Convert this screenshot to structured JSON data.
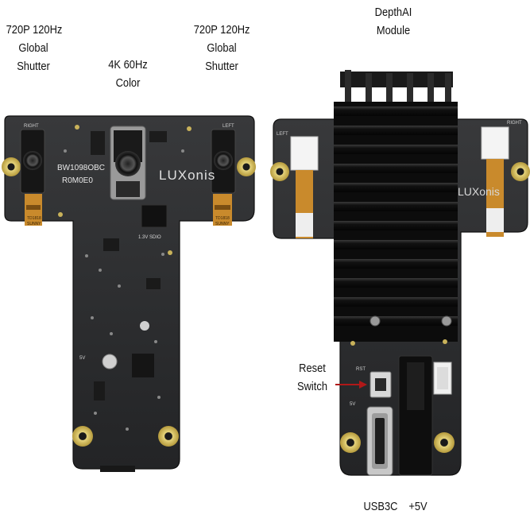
{
  "labels": {
    "left_camera": [
      "720P 120Hz",
      "Global",
      "Shutter"
    ],
    "center_camera": [
      "4K 60Hz",
      "Color"
    ],
    "right_camera": [
      "720P 120Hz",
      "Global",
      "Shutter"
    ],
    "module": [
      "DepthAI",
      "Module"
    ],
    "reset": [
      "Reset",
      "Switch"
    ],
    "usb": "USB3C",
    "power": "+5V"
  },
  "silkscreen": {
    "board_id": "BW1098OBC",
    "revision": "R0M0E0",
    "brand": "LUXonis",
    "voltage": "1.3V SDIO",
    "left_flex": "SUNNY",
    "right_flex": "SUNNY",
    "flex_code": "TD1818",
    "right_tag": "RIGHT",
    "left_tag": "LEFT",
    "rst_tag": "RST",
    "five_v": "5V"
  },
  "colors": {
    "pcb": "#2a2b2d",
    "flex": "#c98a2c",
    "pad": "#d9c46a",
    "heatsink": "#141414",
    "arrow": "#b01818"
  }
}
